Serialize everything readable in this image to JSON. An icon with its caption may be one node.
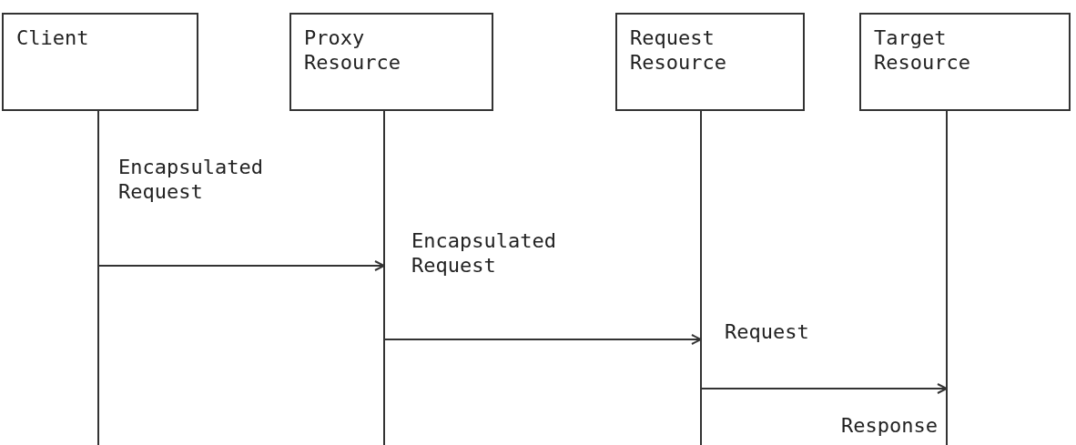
{
  "diagram": {
    "nodes": [
      {
        "text": [
          "Client"
        ]
      },
      {
        "text": [
          "Proxy Resource"
        ]
      },
      {
        "text": [
          "Request Resource"
        ]
      },
      {
        "text": [
          "Target Resource"
        ]
      }
    ],
    "edges": [
      {
        "from": 0,
        "to": 1,
        "arrow": "to",
        "label": "Encapsulated Request"
      },
      {
        "from": 1,
        "to": 2,
        "arrow": "to",
        "label": "Encapsulated Request"
      },
      {
        "from": 2,
        "to": 3,
        "arrow": "to",
        "label": "Request"
      }
    ],
    "labels": [
      "Response"
    ]
  }
}
